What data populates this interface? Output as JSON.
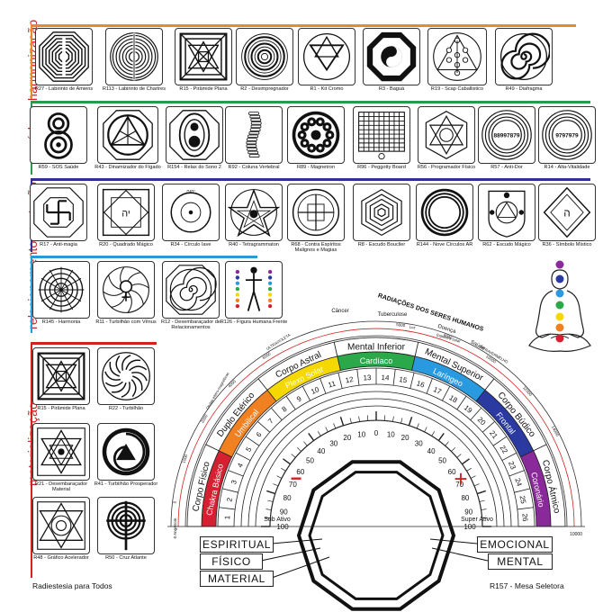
{
  "sections": {
    "harmonizacao": {
      "title": "harmonização",
      "color": "#e88a2a"
    },
    "saude": {
      "title": "saúde",
      "color": "#2a9a4a"
    },
    "protecao": {
      "title": "proteção",
      "color": "#33308f"
    },
    "relacionamento": {
      "title": "relacionamento",
      "color": "#2a9ad6"
    },
    "materializacao": {
      "title": "materialização",
      "color": "#d1221f"
    }
  },
  "cards": [
    {
      "id": "c1",
      "caption": "R27 - Labirinto de Amiens",
      "icon": "labyrinth-octagon-icon"
    },
    {
      "id": "c2",
      "caption": "R113 - Labirinto de Chartres",
      "icon": "labyrinth-circle-icon"
    },
    {
      "id": "c3",
      "caption": "R15 - Pirâmide Plana",
      "icon": "flat-pyramid-icon"
    },
    {
      "id": "c4",
      "caption": "R2 - Desimpregnador",
      "icon": "concentric-rings-icon"
    },
    {
      "id": "c5",
      "caption": "R1 - Kit Cromo",
      "icon": "hexagram-circle-icon"
    },
    {
      "id": "c6",
      "caption": "R3 - Baguá",
      "icon": "bagua-icon"
    },
    {
      "id": "c7",
      "caption": "R19 - Scap Caballistico",
      "icon": "kabbalah-tree-icon"
    },
    {
      "id": "c8",
      "caption": "R49 - Diafragma",
      "icon": "spiral-icon"
    },
    {
      "id": "c9",
      "caption": "R59 - SOS Saúde",
      "icon": "sos-health-icon"
    },
    {
      "id": "c10",
      "caption": "R43 - Dinamizador do Fígado",
      "icon": "triangle-circle-icon"
    },
    {
      "id": "c11",
      "caption": "R154 - Relax do Sono 2",
      "icon": "sleep-relax-icon"
    },
    {
      "id": "c12",
      "caption": "R92 - Coluna Vertebral",
      "icon": "spine-icon"
    },
    {
      "id": "c13",
      "caption": "R89 - Magnetron",
      "icon": "magnetron-icon"
    },
    {
      "id": "c14",
      "caption": "R96 - Peggotty Board",
      "icon": "grid-board-icon"
    },
    {
      "id": "c15",
      "caption": "R56 - Programador Físico",
      "icon": "hexagon-star-icon"
    },
    {
      "id": "c16",
      "caption": "R57 - Anti-Dor",
      "icon": "rings-number-icon",
      "number": "88997879"
    },
    {
      "id": "c17",
      "caption": "R14 - Alta-Vitalidade",
      "icon": "rings-number-icon",
      "number": "9797979"
    },
    {
      "id": "c18",
      "caption": "R17 - Anti-magia",
      "icon": "swastika-octagon-icon"
    },
    {
      "id": "c19",
      "caption": "R20 - Quadrado Mágico",
      "icon": "magic-square-icon"
    },
    {
      "id": "c20",
      "caption": "R34 - Círculo Iave",
      "icon": "iave-circle-icon"
    },
    {
      "id": "c21",
      "caption": "R40 - Tetragrammaton",
      "icon": "pentagram-icon"
    },
    {
      "id": "c22",
      "caption": "R68 - Contra Espíritos Malignos e Magias",
      "icon": "occult-seal-icon"
    },
    {
      "id": "c23",
      "caption": "R8 - Escudo Bouclier",
      "icon": "hexagon-shield-icon"
    },
    {
      "id": "c24",
      "caption": "R144 - Nove Círculos AR",
      "icon": "nine-circles-icon"
    },
    {
      "id": "c25",
      "caption": "R62 - Escudo Mágico",
      "icon": "magic-shield-icon"
    },
    {
      "id": "c26",
      "caption": "R36 - Símbolo Místico",
      "icon": "mystic-diamond-icon"
    },
    {
      "id": "c27",
      "caption": "R145 - Harmonia",
      "icon": "harmony-web-icon"
    },
    {
      "id": "c28",
      "caption": "R11 - Turbilhão com Vênus",
      "icon": "venus-vortex-icon"
    },
    {
      "id": "c29",
      "caption": "R12 - Desembaraçador de Relacionamentos",
      "icon": "spiral-octagon-icon"
    },
    {
      "id": "c30",
      "caption": "R126 - Figura Humana Frente",
      "icon": "human-figure-icon"
    },
    {
      "id": "c31",
      "caption": "R15 - Pirâmide Plana",
      "icon": "flat-pyramid-icon"
    },
    {
      "id": "c32",
      "caption": "R22 - Turbilhão",
      "icon": "vortex-icon"
    },
    {
      "id": "c33",
      "caption": "R21 - Desembaraçador Material",
      "icon": "star-of-david-icon"
    },
    {
      "id": "c34",
      "caption": "R41 - Turbilhão Prosperador",
      "icon": "prosper-vortex-icon"
    },
    {
      "id": "c35",
      "caption": "R48 - Gráfico Acelerador",
      "icon": "accelerator-icon"
    },
    {
      "id": "c36",
      "caption": "R50 - Cruz Atlante",
      "icon": "atlantean-cross-icon"
    }
  ],
  "meter": {
    "bands": [
      {
        "label": "Chakra Básico",
        "color": "#d42030"
      },
      {
        "label": "Umbilical",
        "color": "#f08020"
      },
      {
        "label": "Plexo Solar",
        "color": "#f4d800"
      },
      {
        "label": "Cardíaco",
        "color": "#2aa84a"
      },
      {
        "label": "Laríngeo",
        "color": "#2a9ae0"
      },
      {
        "label": "Frontal",
        "color": "#2a3aa0"
      },
      {
        "label": "Coronário",
        "color": "#8a2a9a"
      }
    ],
    "bodies": [
      "Corpo Físico",
      "Duplo Etérico",
      "Corpo Astral",
      "Mental Inferior",
      "Mental Superior",
      "Corpo Búdico",
      "Corpo Átmico"
    ],
    "radiations_title": "RADIAÇÕES DOS SERES HUMANOS",
    "outer_words": [
      "Câncer",
      "Tuberculose",
      "Doença",
      "Saúde"
    ],
    "outer_small": [
      "Ondas eletro-magnéticas",
      "ULTRAVIOLETA",
      "Luz",
      "Espectro Solar",
      "INFRAVERMELHO"
    ],
    "left_numbers": [
      "0",
      "1000",
      "2000",
      "4000",
      "6000"
    ],
    "right_numbers": [
      "5000",
      "8000",
      "10000",
      "12000",
      "14000"
    ],
    "edge_left": "0 Angstrom",
    "edge_right": "10000",
    "numbers_row": [
      "1",
      "2",
      "3",
      "4",
      "5",
      "6",
      "7",
      "8",
      "9",
      "10",
      "11",
      "12",
      "13",
      "14",
      "15",
      "16",
      "17",
      "18",
      "19",
      "20",
      "21",
      "22",
      "23",
      "24",
      "25",
      "26"
    ],
    "percent_left": [
      "100",
      "90",
      "80",
      "70",
      "60",
      "50",
      "40",
      "30",
      "20",
      "10",
      "0"
    ],
    "percent_right": [
      "10",
      "20",
      "30",
      "40",
      "50",
      "60",
      "70",
      "80",
      "90",
      "100"
    ],
    "sub_ativo": "Sub Ativo",
    "super_ativo": "Super Ativo",
    "minus": "−",
    "plus": "+"
  },
  "labels": {
    "espiritual": "ESPIRITUAL",
    "fisico": "FÍSICO",
    "material": "MATERIAL",
    "emocional": "EMOCIONAL",
    "mental": "MENTAL"
  },
  "footer": {
    "left": "Radiestesia para Todos",
    "right": "R157 - Mesa Seletora"
  }
}
